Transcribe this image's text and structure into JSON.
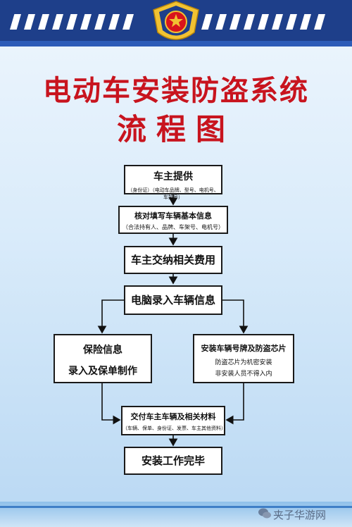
{
  "title": {
    "line1": "电动车安装防盗系统",
    "line2": "流程图"
  },
  "steps": {
    "step1": {
      "main": "车主提供",
      "sub": "（身份证）（电动车品牌、型号、电机号、车架号）"
    },
    "step2": {
      "main": "核对填写车辆基本信息",
      "sub": "（合法持有人、品牌、车架号、电机号）"
    },
    "step3": {
      "main": "车主交纳相关费用"
    },
    "step4": {
      "main": "电脑录入车辆信息"
    },
    "left_branch": {
      "line1": "保险信息",
      "line2": "录入及保单制作"
    },
    "right_branch": {
      "main": "安装车辆号牌及防盗芯片",
      "sub1": "防盗芯片为机密安装",
      "sub2": "非安装人员不得入内"
    },
    "step5": {
      "main": "交付车主车辆及相关材料",
      "sub": "（车辆、保单、身份证、发票、车主其他资料）"
    },
    "step6": {
      "main": "安装工作完毕"
    }
  },
  "watermark": "夹子华游网",
  "colors": {
    "title_red": "#c8141e",
    "header_blue": "#1e3f8a",
    "emblem_red": "#d8141c",
    "emblem_gold": "#f1c232"
  },
  "icons": {
    "emblem": "national-police-emblem-icon",
    "watermark_icon": "wechat-watermark-icon"
  }
}
